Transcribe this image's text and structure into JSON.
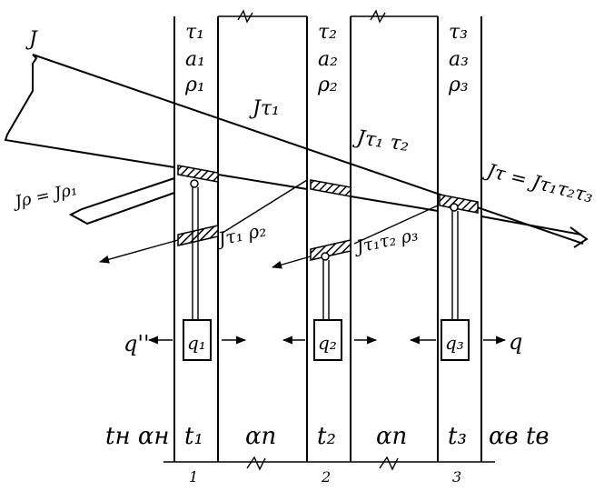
{
  "layers": [
    {
      "tau": "τ₁",
      "a": "a₁",
      "rho": "ρ₁",
      "t": "t₁",
      "q": "q₁",
      "number": "1"
    },
    {
      "tau": "τ₂",
      "a": "a₂",
      "rho": "ρ₂",
      "t": "t₂",
      "q": "q₂",
      "number": "2"
    },
    {
      "tau": "τ₃",
      "a": "a₃",
      "rho": "ρ₃",
      "t": "t₃",
      "q": "q₃",
      "number": "3"
    }
  ],
  "beam": {
    "incident": "J",
    "after_1": "Jτ₁",
    "after_2": "Jτ₁ τ₂",
    "transmitted": "Jτ = Jτ₁τ₂τ₃"
  },
  "reflections": {
    "first": "Jρ = Jρ₁",
    "second": "Jτ₁ ρ₂",
    "third": "Jτ₁τ₂ ρ₃"
  },
  "heat_flux": {
    "left": "q''",
    "right": "q"
  },
  "bottom_labels": {
    "outside_left": "tн αн",
    "gap_1": "αп",
    "gap_2": "αп",
    "outside_right": "αв tв"
  },
  "colors": {
    "ink": "#000000",
    "background": "#ffffff"
  }
}
